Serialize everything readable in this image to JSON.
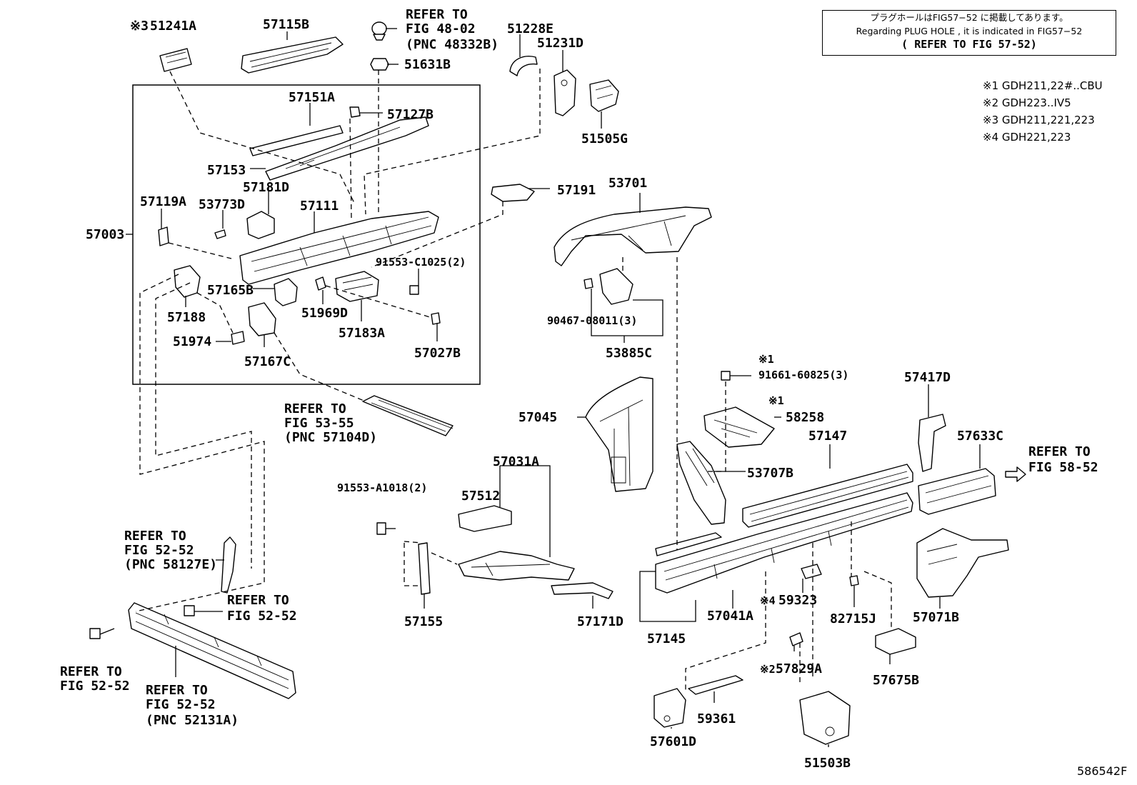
{
  "notice": {
    "line1": "プラグホールはFIG57−52 に掲載してあります。",
    "line2": "Regarding PLUG HOLE , it is indicated in FIG57−52",
    "line3": "( REFER TO FIG 57-52)"
  },
  "legend": [
    "※1 GDH211,22#..CBU",
    "※2 GDH223..IV5",
    "※3 GDH211,221,223",
    "※4 GDH221,223"
  ],
  "figure_code": "586542F",
  "labels": {
    "p51241A": "51241A",
    "m3": "※3",
    "p57115B": "57115B",
    "ref48_1": "REFER TO",
    "ref48_2": "FIG 48-02",
    "ref48_3": "(PNC 48332B)",
    "p51631B": "51631B",
    "p51228E": "51228E",
    "p51231D": "51231D",
    "p51505G": "51505G",
    "p57151A": "57151A",
    "p57127B": "57127B",
    "p57153": "57153",
    "p57181D": "57181D",
    "p57191": "57191",
    "p53701": "53701",
    "p57119A": "57119A",
    "p53773D": "53773D",
    "p57111": "57111",
    "p57003": "57003",
    "p91553C": "91553-C1025(2)",
    "p57165B": "57165B",
    "p57188": "57188",
    "p51969D": "51969D",
    "p57183A": "57183A",
    "p51974": "51974",
    "p57167C": "57167C",
    "p57027B": "57027B",
    "p90467": "90467-08011(3)",
    "p53885C": "53885C",
    "m1a": "※1",
    "p91661": "91661-60825(3)",
    "m1b": "※1",
    "p58258": "58258",
    "p57417D": "57417D",
    "p57045": "57045",
    "ref53_1": "REFER TO",
    "ref53_2": "FIG 53-55",
    "ref53_3": "(PNC 57104D)",
    "p57147": "57147",
    "p57633C": "57633C",
    "ref58_1": "REFER TO",
    "ref58_2": "FIG 58-52",
    "p57031A": "57031A",
    "p53707B": "53707B",
    "p91553A": "91553-A1018(2)",
    "p57512": "57512",
    "ref52a_1": "REFER TO",
    "ref52a_2": "FIG 52-52",
    "ref52a_3": "(PNC 58127E)",
    "ref52b_1": "REFER TO",
    "ref52b_2": "FIG 52-52",
    "p57155": "57155",
    "p57171D": "57171D",
    "p57145": "57145",
    "p57041A": "57041A",
    "m4": "※4",
    "p59323": "59323",
    "p82715J": "82715J",
    "p57071B": "57071B",
    "ref52c_1": "REFER TO",
    "ref52c_2": "FIG 52-52",
    "ref52d_1": "REFER TO",
    "ref52d_2": "FIG 52-52",
    "ref52d_3": "(PNC 52131A)",
    "m2": "※2",
    "p57829A": "57829A",
    "p57675B": "57675B",
    "p59361": "59361",
    "p57601D": "57601D",
    "p51503B": "51503B"
  }
}
